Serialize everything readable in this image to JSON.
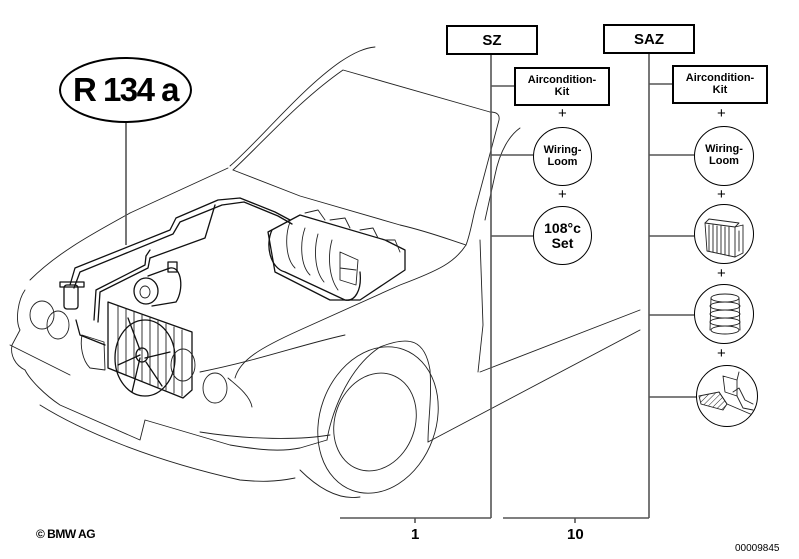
{
  "diagram": {
    "refrigerant_label": "R 134 a",
    "columns": [
      {
        "header": "SZ",
        "quantity": "1",
        "items": [
          {
            "type": "box",
            "label_line1": "Aircondition-",
            "label_line2": "Kit"
          },
          {
            "type": "circle",
            "label_line1": "Wiring-",
            "label_line2": "Loom"
          },
          {
            "type": "circle",
            "label_line1": "108°c",
            "label_line2": "Set"
          }
        ]
      },
      {
        "header": "SAZ",
        "quantity": "10",
        "items": [
          {
            "type": "box",
            "label_line1": "Aircondition-",
            "label_line2": "Kit"
          },
          {
            "type": "circle",
            "label_line1": "Wiring-",
            "label_line2": "Loom"
          },
          {
            "type": "circle-icon",
            "icon": "radiator-icon"
          },
          {
            "type": "circle-icon",
            "icon": "coil-spring-icon"
          },
          {
            "type": "circle-icon",
            "icon": "console-detail-icon"
          }
        ]
      }
    ],
    "plus_sign": "+",
    "illustration": "car-front-ac-components"
  },
  "footer": {
    "copyright": "© BMW AG",
    "diagram_number": "00009845"
  }
}
